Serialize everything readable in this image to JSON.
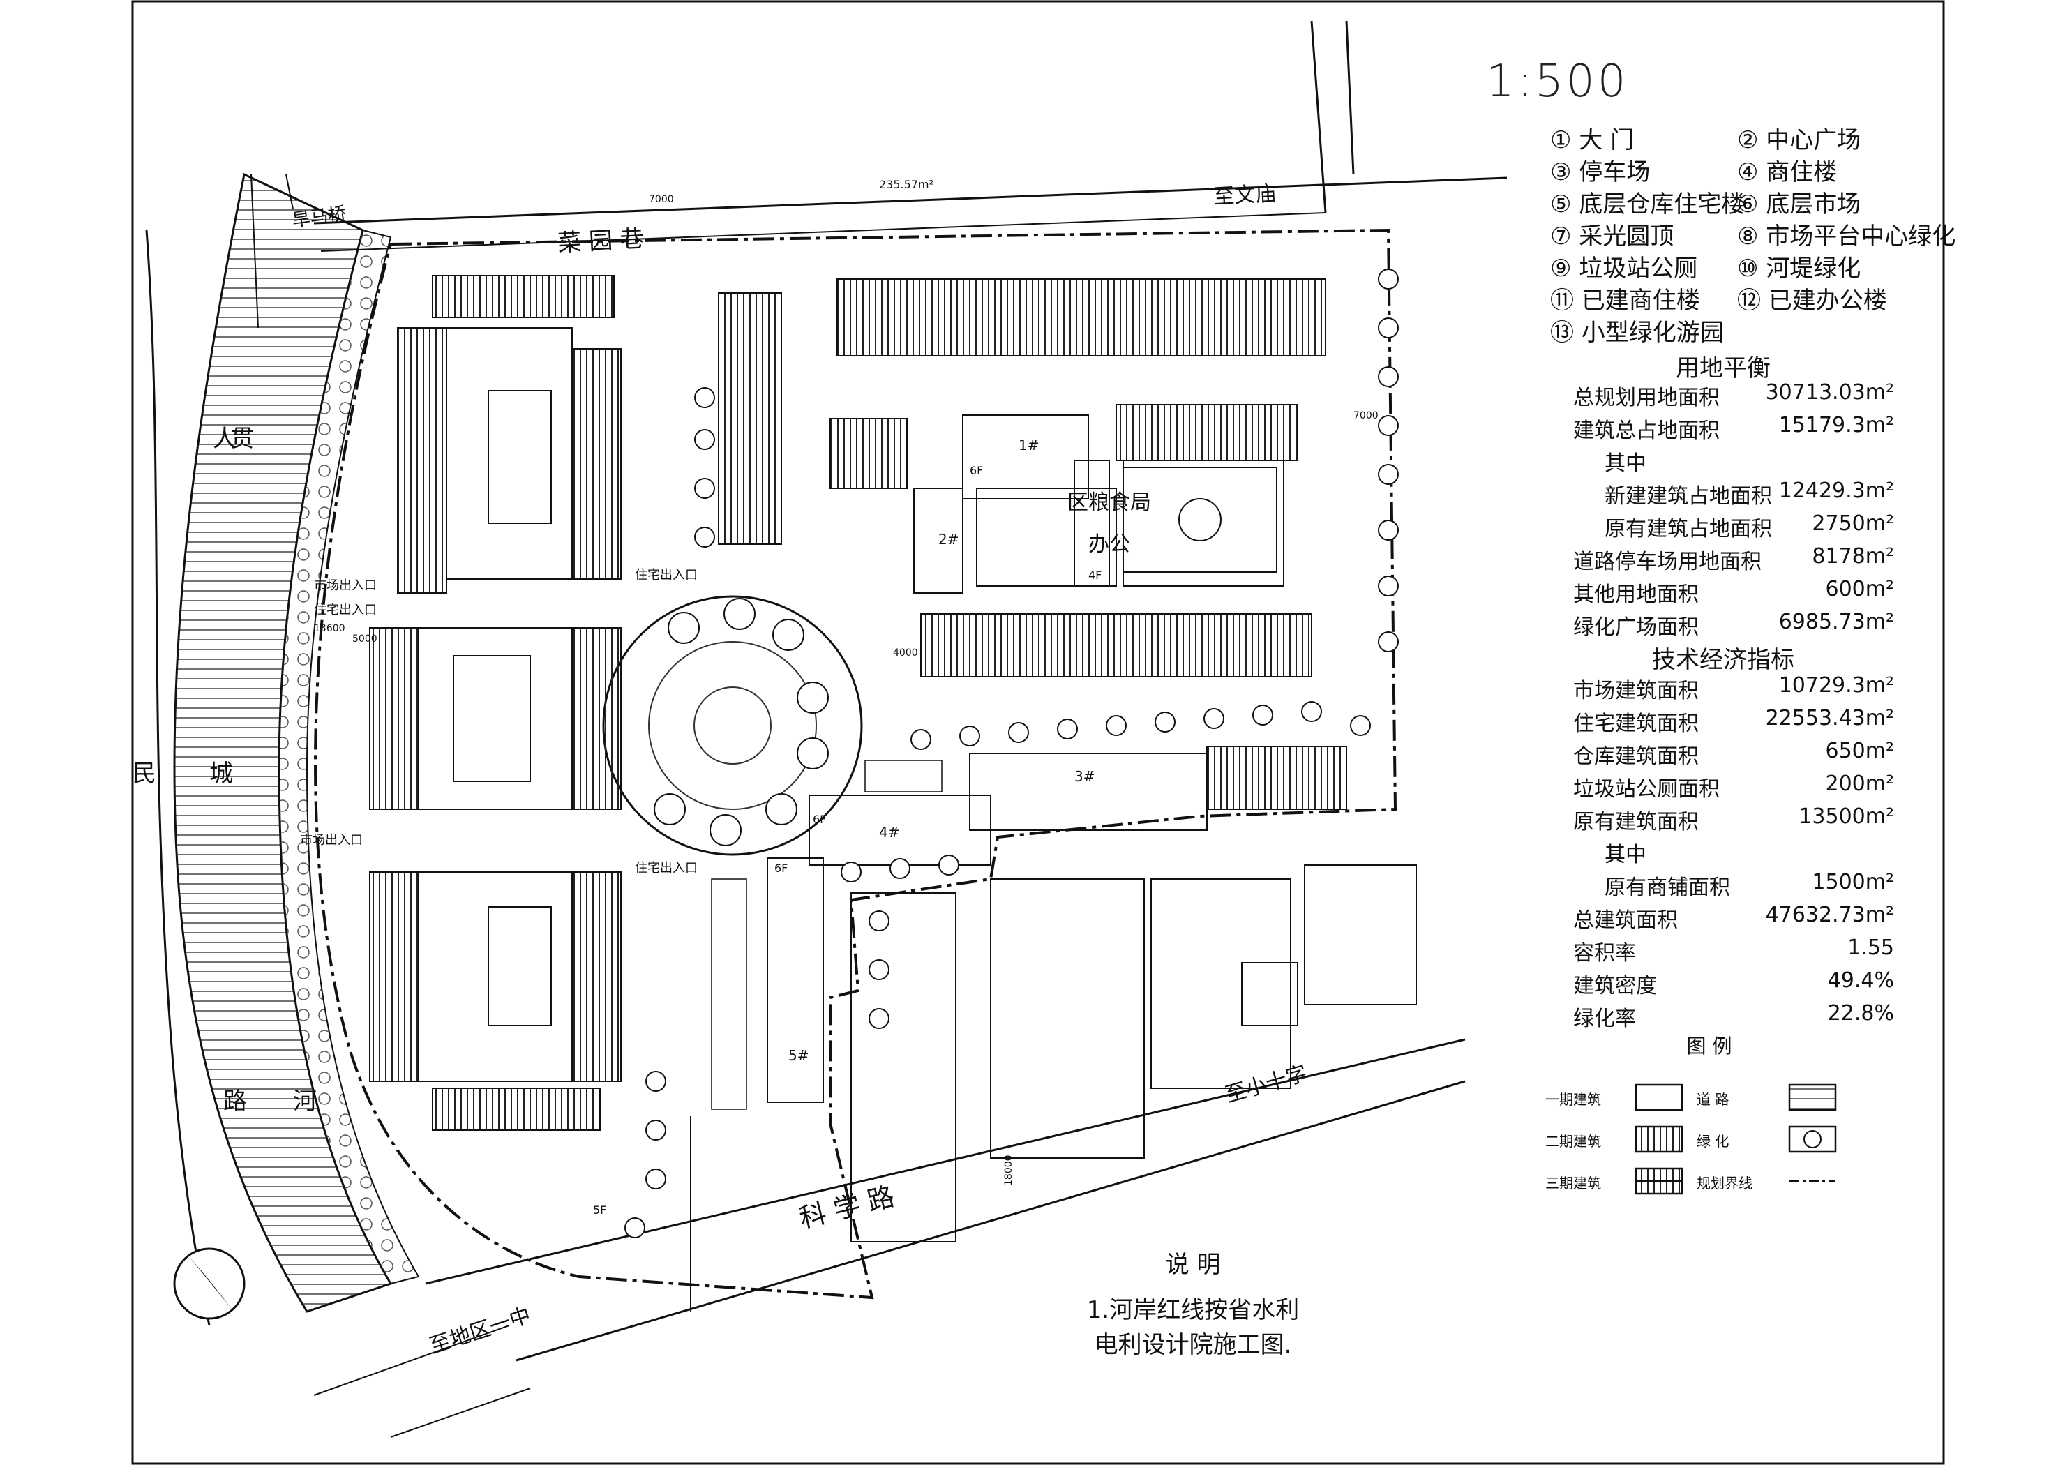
{
  "scale": "1:500",
  "legend_items": [
    "① 大 门",
    "③ 停车场",
    "⑤ 底层仓库住宅楼",
    "⑦ 采光圆顶",
    "⑨ 垃圾站公厕",
    "⑪ 已建商住楼",
    "⑬ 小型绿化游园",
    "② 中心广场",
    "④ 商住楼",
    "⑥ 底层市场",
    "⑧ 市场平台中心绿化",
    "⑩ 河堤绿化",
    "⑫ 已建办公楼"
  ],
  "land_balance": {
    "title": "用地平衡",
    "rows": [
      {
        "label": "总规划用地面积",
        "value": "30713.03m²"
      },
      {
        "label": "建筑总占地面积",
        "value": "15179.3m²"
      },
      {
        "label": "其中",
        "value": ""
      },
      {
        "label": "新建建筑占地面积",
        "value": "12429.3m²"
      },
      {
        "label": "原有建筑占地面积",
        "value": "2750m²"
      },
      {
        "label": "道路停车场用地面积",
        "value": "8178m²"
      },
      {
        "label": "其他用地面积",
        "value": "600m²"
      },
      {
        "label": "绿化广场面积",
        "value": "6985.73m²"
      }
    ]
  },
  "tech_index": {
    "title": "技术经济指标",
    "rows": [
      {
        "label": "市场建筑面积",
        "value": "10729.3m²"
      },
      {
        "label": "住宅建筑面积",
        "value": "22553.43m²"
      },
      {
        "label": "仓库建筑面积",
        "value": "650m²"
      },
      {
        "label": "垃圾站公厕面积",
        "value": "200m²"
      },
      {
        "label": "原有建筑面积",
        "value": "13500m²"
      },
      {
        "label": "其中",
        "value": ""
      },
      {
        "label": "原有商铺面积",
        "value": "1500m²"
      },
      {
        "label": "总建筑面积",
        "value": "47632.73m²"
      },
      {
        "label": "容积率",
        "value": "1.55"
      },
      {
        "label": "建筑密度",
        "value": "49.4%"
      },
      {
        "label": "绿化率",
        "value": "22.8%"
      }
    ]
  },
  "tuli": {
    "title": "图 例",
    "items": [
      {
        "label": "一期建筑",
        "pair": "道 路"
      },
      {
        "label": "二期建筑",
        "pair": "绿 化"
      },
      {
        "label": "三期建筑",
        "pair": "规划界线"
      }
    ]
  },
  "note": {
    "title": "说 明",
    "line1": "1.河岸红线按省水利",
    "line2": "电利设计院施工图."
  },
  "map_labels": {
    "road_north": "菜 园 巷",
    "to_wenmiao": "至文庙",
    "bridge": "旱马桥",
    "road_west_1": "人",
    "road_west_2": "贯",
    "road_west_3": "民",
    "road_west_4": "城",
    "road_west_5": "路",
    "road_west_6": "河",
    "road_south": "科 学 路",
    "to_school": "至地区一中",
    "to_crossroad": "至小十字",
    "office": "区粮食局",
    "office2": "办公",
    "area_top": "235.57m²",
    "dim_7000": "7000",
    "dim_13600": "13600",
    "dim_5000": "5000",
    "dim_18000": "18000",
    "dim_4000": "4000",
    "market_exit": "市场出入口",
    "res_exit": "住宅出入口",
    "res_exit2": "住宅出入口",
    "res_exit3": "住宅出入口",
    "market_exit2": "市场出入口",
    "b1": "1#",
    "b2": "2#",
    "b3": "3#",
    "b4": "4#",
    "b5": "5#",
    "f6": "6F",
    "f4": "4F",
    "f5": "5F"
  }
}
